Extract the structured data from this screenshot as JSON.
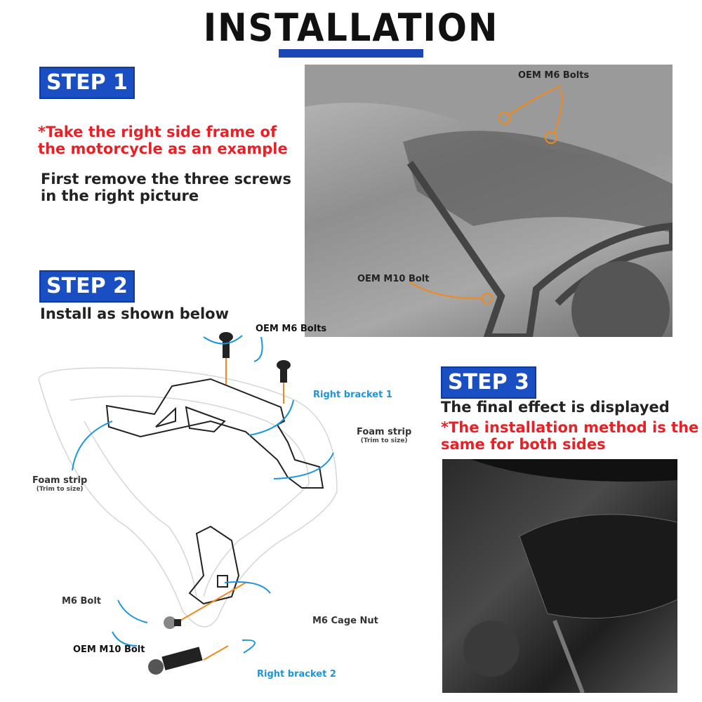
{
  "header": {
    "title": "INSTALLATION"
  },
  "step1": {
    "badge": "STEP 1",
    "note": "*Take the right side frame of the motorcycle as an example",
    "instruction": "First remove the three screws in the right picture",
    "photo_labels": {
      "m6": "OEM M6 Bolts",
      "m10": "OEM M10 Bolt"
    }
  },
  "step2": {
    "badge": "STEP 2",
    "instruction": "Install as shown below",
    "labels": {
      "oem_m6": "OEM M6 Bolts",
      "bracket1": "Right bracket 1",
      "foam_right": "Foam strip",
      "foam_right_sub": "(Trim to size)",
      "foam_left": "Foam strip",
      "foam_left_sub": "(Trim to size)",
      "m6_bolt": "M6 Bolt",
      "cage_nut": "M6 Cage Nut",
      "oem_m10": "OEM M10 Bolt",
      "bracket2": "Right bracket 2"
    }
  },
  "step3": {
    "badge": "STEP 3",
    "caption": "The final effect is displayed",
    "note": "*The installation method is the same for both sides"
  },
  "colors": {
    "badge": "#1a4fc4",
    "note": "#ea2027",
    "callout": "#1b95dc",
    "guide": "#f08a1c"
  }
}
